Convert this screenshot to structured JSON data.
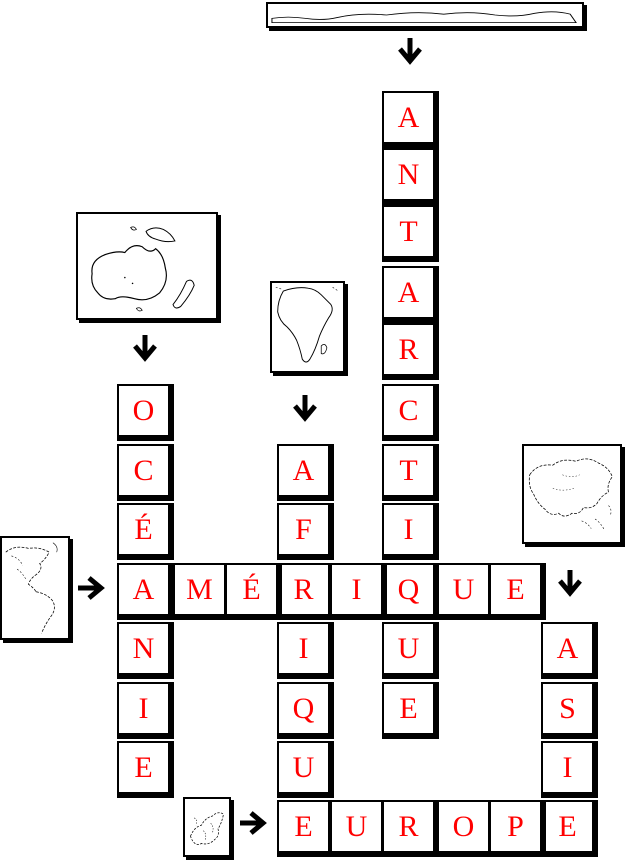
{
  "puzzle": {
    "words": [
      {
        "id": "antarctique",
        "direction": "down",
        "letters": [
          "A",
          "N",
          "T",
          "A",
          "R",
          "C",
          "T",
          "I",
          "Q",
          "U",
          "E"
        ]
      },
      {
        "id": "oceanie",
        "direction": "down",
        "letters": [
          "O",
          "C",
          "É",
          "A",
          "N",
          "I",
          "E"
        ]
      },
      {
        "id": "afrique",
        "direction": "down",
        "letters": [
          "A",
          "F",
          "R",
          "I",
          "Q",
          "U",
          "E"
        ]
      },
      {
        "id": "amerique",
        "direction": "across",
        "letters": [
          "A",
          "M",
          "É",
          "R",
          "I",
          "Q",
          "U",
          "E"
        ]
      },
      {
        "id": "asie",
        "direction": "down",
        "letters": [
          "A",
          "S",
          "I",
          "E"
        ]
      },
      {
        "id": "europe",
        "direction": "across",
        "letters": [
          "E",
          "U",
          "R",
          "O",
          "P",
          "E"
        ]
      }
    ],
    "clue_maps": [
      {
        "word": "antarctique",
        "icon": "antarctica-map-icon",
        "arrow": "down"
      },
      {
        "word": "oceanie",
        "icon": "oceania-map-icon",
        "arrow": "down"
      },
      {
        "word": "afrique",
        "icon": "africa-map-icon",
        "arrow": "down"
      },
      {
        "word": "amerique",
        "icon": "americas-map-icon",
        "arrow": "right"
      },
      {
        "word": "asie",
        "icon": "asia-map-icon",
        "arrow": "down"
      },
      {
        "word": "europe",
        "icon": "europe-map-icon",
        "arrow": "right"
      }
    ]
  },
  "colors": {
    "letter": "#ff0000",
    "grid": "#000000",
    "background": "#ffffff"
  }
}
